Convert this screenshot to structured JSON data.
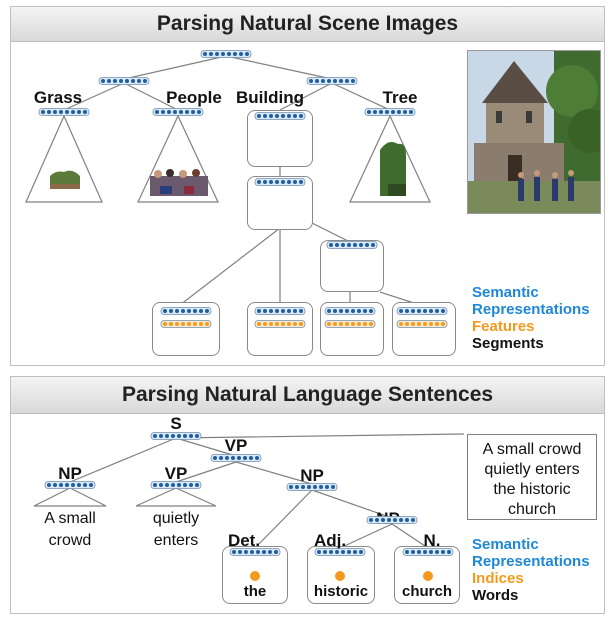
{
  "top": {
    "title": "Parsing Natural Scene Images",
    "labels": {
      "grass": "Grass",
      "people": "People",
      "building": "Building",
      "tree": "Tree"
    },
    "legend": {
      "semantic": "Semantic",
      "representations": "Representations",
      "features": "Features",
      "segments": "Segments"
    }
  },
  "bottom": {
    "title": "Parsing Natural Language Sentences",
    "labels": {
      "s": "S",
      "vp1": "VP",
      "np_left": "NP",
      "vp_left": "VP",
      "np_mid": "NP",
      "np_right": "NP",
      "det": "Det.",
      "adj": "Adj.",
      "n": "N."
    },
    "phrases": {
      "a_small_crowd_1": "A small",
      "a_small_crowd_2": "crowd",
      "quietly_enters_1": "quietly",
      "quietly_enters_2": "enters"
    },
    "words": {
      "the": "the",
      "historic": "historic",
      "church": "church"
    },
    "sentence": [
      "A small crowd",
      "quietly enters",
      "the historic",
      "church"
    ],
    "legend": {
      "semantic": "Semantic",
      "representations": "Representations",
      "indices": "Indices",
      "words": "Words"
    }
  },
  "colors": {
    "semantic": "#1e88d6",
    "features": "#f39a1e",
    "node_fill": "#dce9f5",
    "node_dot": "#1f5f9f"
  }
}
